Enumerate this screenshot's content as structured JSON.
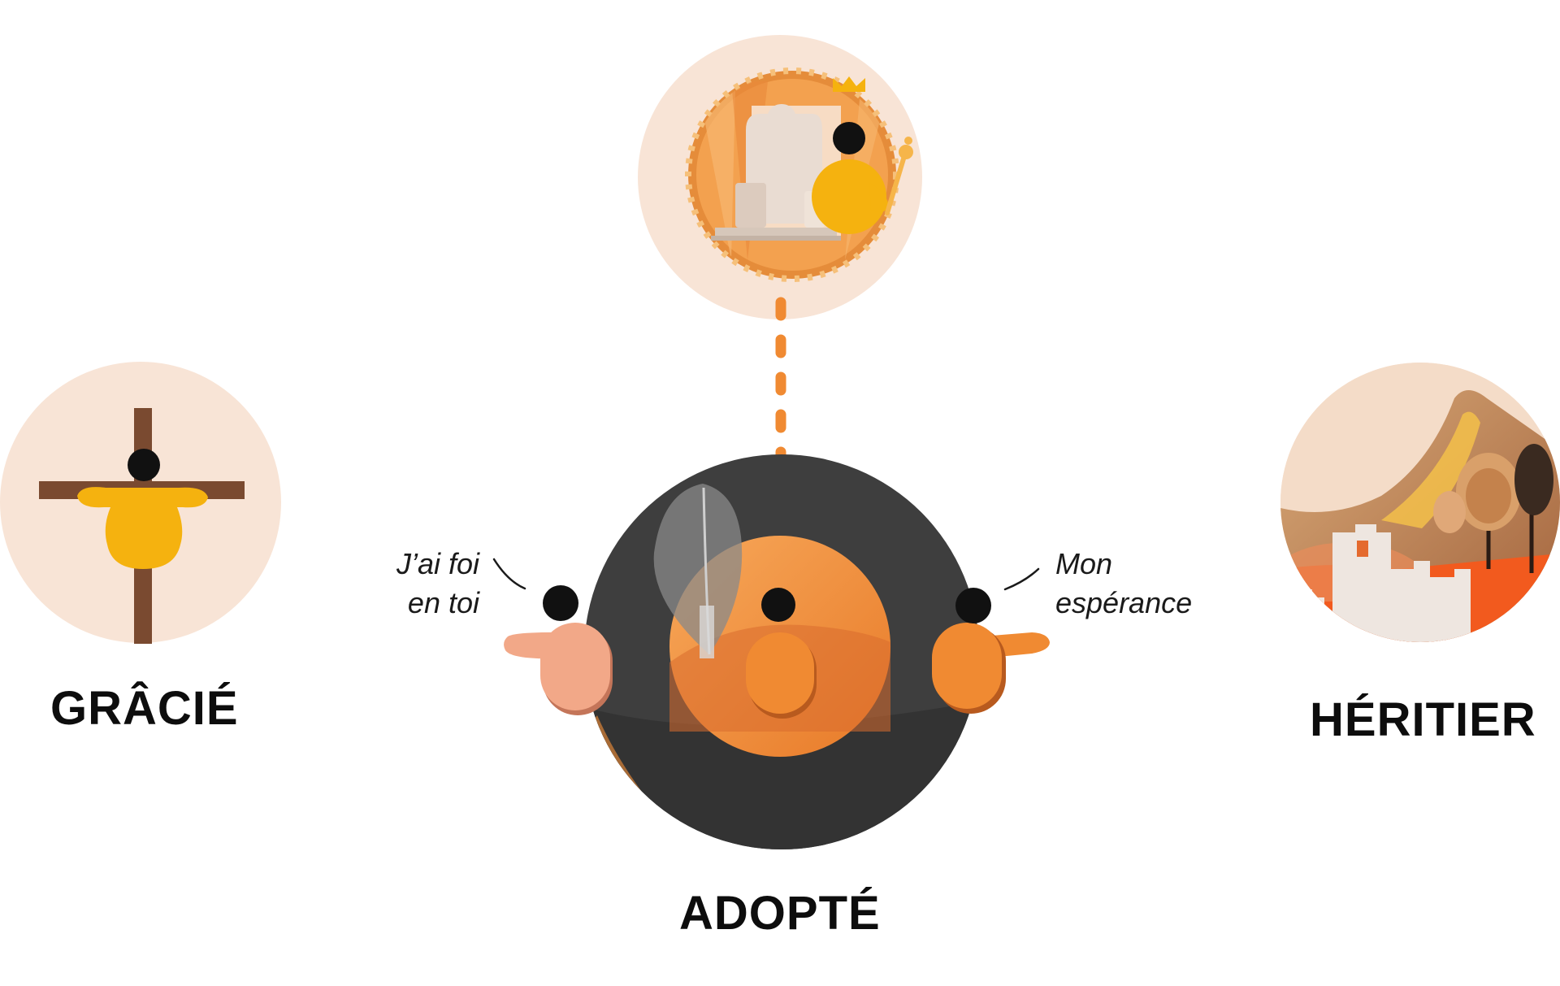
{
  "labels": {
    "left": "GRÂCIÉ",
    "center": "ADOPTÉ",
    "right": "HÉRITIER"
  },
  "quotes": {
    "left": {
      "line1": "J’ai foi",
      "line2": "en toi"
    },
    "right": {
      "line1": "Mon",
      "line2": "espérance"
    }
  },
  "colors": {
    "accent_orange": "#F08A32",
    "peach_background": "#F8E4D6",
    "dark_disc": "#3E3E3E",
    "yellow_figure": "#F5B20F",
    "cross_brown": "#7A4A30",
    "salmon_figure": "#F2A888",
    "head_black": "#111111"
  },
  "icons": {
    "top": "throne-king-icon",
    "left": "crucified-figure-icon",
    "right": "inheritance-landscape-icon",
    "center": "adopted-child-family-icon"
  }
}
